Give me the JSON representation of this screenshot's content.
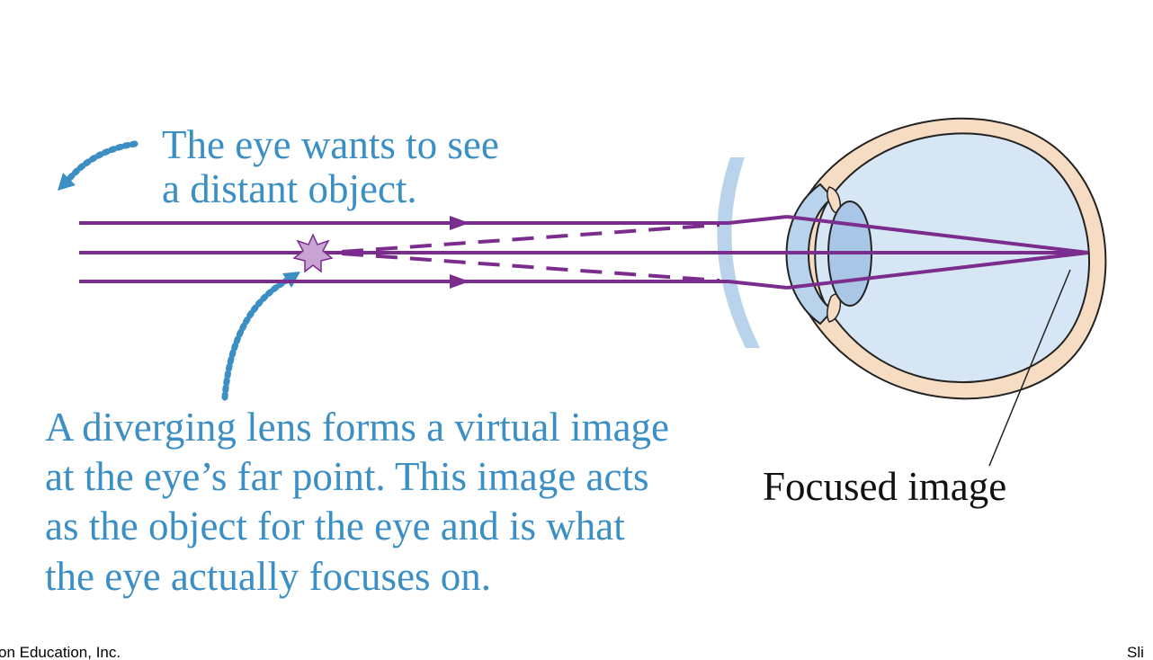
{
  "callouts": {
    "top_line1": "The eye wants to see",
    "top_line2": "a distant object.",
    "bottom_line1": "A diverging lens forms a virtual image",
    "bottom_line2": "at the eye’s far point. This image acts",
    "bottom_line3": "as the object for the eye and is what",
    "bottom_line4": "the eye actually focuses on."
  },
  "labels": {
    "focused_image": "Focused image"
  },
  "footer": {
    "copyright": "on Education, Inc.",
    "slide": "Sli"
  },
  "colors": {
    "callout_text": "#3b8fc4",
    "ray": "#7b2d8e",
    "lens": "#b9d3ec",
    "eye_fill": "#d6e6f5",
    "sclera": "#f6dcc2",
    "star": "#c9a3d3"
  }
}
